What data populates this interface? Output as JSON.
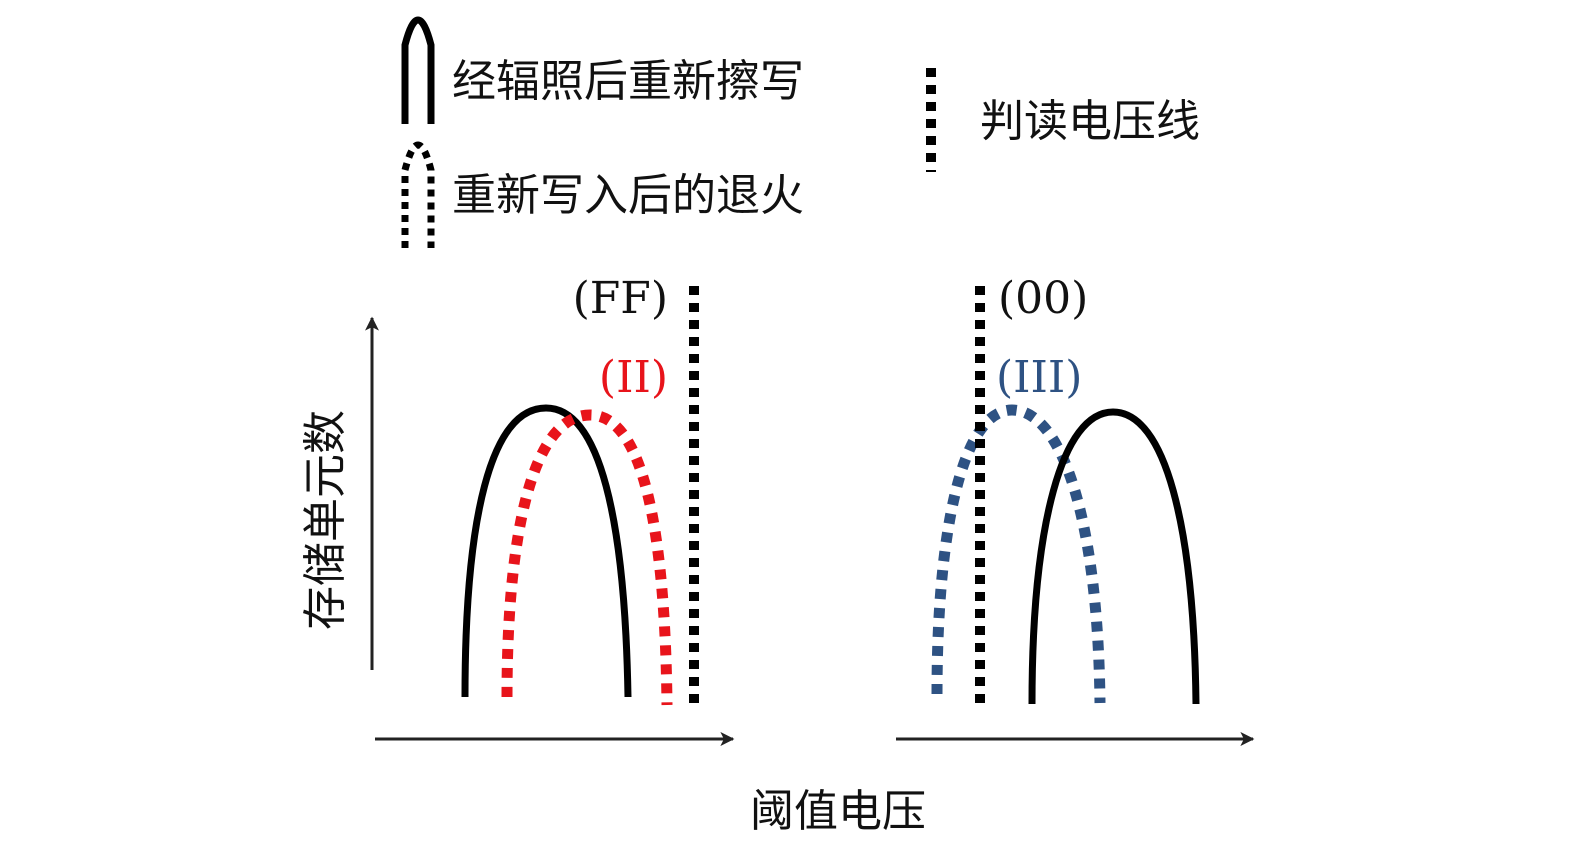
{
  "legend": {
    "solid_label": "经辐照后重新擦写",
    "dotted_label": "重新写入后的退火",
    "read_line_label": "判读电压线"
  },
  "axes": {
    "ylabel": "存储单元数",
    "xlabel": "阈值电压"
  },
  "left_panel": {
    "state_label": "(FF)",
    "region_label": "(II)"
  },
  "right_panel": {
    "state_label": "(00)",
    "region_label": "(III)"
  },
  "colors": {
    "solid_curve": "#000000",
    "red_dotted": "#e8141b",
    "blue_dotted": "#2e5283",
    "read_line": "#000000",
    "axis": "#222222",
    "region_II_label": "#e8141b",
    "region_III_label": "#2e5283"
  }
}
